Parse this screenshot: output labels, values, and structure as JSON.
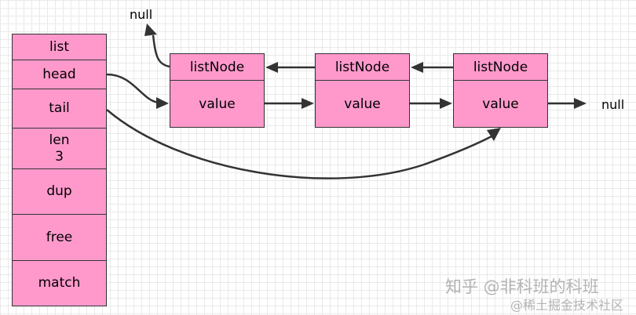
{
  "list_struct": {
    "title": "list",
    "fields": [
      "head",
      "tail",
      "len\n3",
      "dup",
      "free",
      "match"
    ]
  },
  "nodes": [
    {
      "header": "listNode",
      "value": "value"
    },
    {
      "header": "listNode",
      "value": "value"
    },
    {
      "header": "listNode",
      "value": "value"
    }
  ],
  "null_labels": {
    "prev": "null",
    "next": "null"
  },
  "watermark": {
    "line1": "知乎 @非科班的科班",
    "line2": "@稀土掘金技术社区"
  },
  "colors": {
    "fill": "#ff99cc",
    "stroke": "#333333"
  }
}
